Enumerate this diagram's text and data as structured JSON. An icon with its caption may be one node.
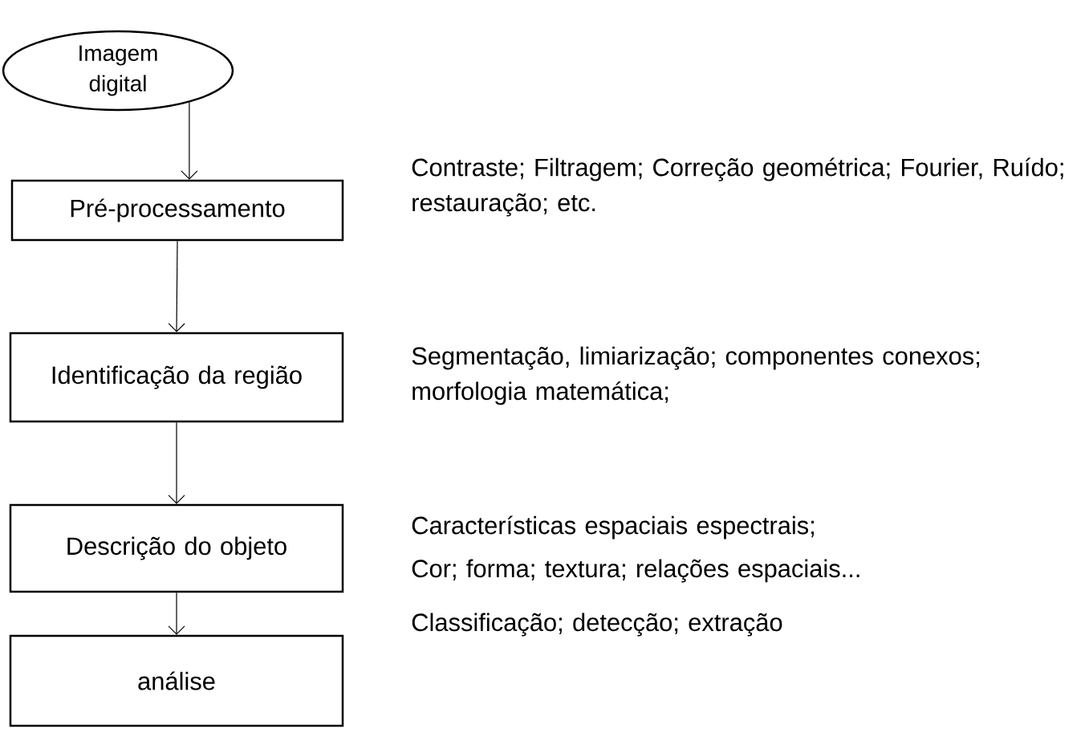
{
  "diagram": {
    "nodes": [
      {
        "text": [
          "Imagem digital"
        ]
      },
      {
        "text": [
          "Pré-processamento"
        ]
      },
      {
        "text": [
          "Identificação da região"
        ]
      },
      {
        "text": [
          "Descrição do objeto"
        ]
      },
      {
        "text": [
          "análise"
        ]
      }
    ],
    "edges": [
      {
        "from": 0,
        "to": 1,
        "arrow": "to"
      },
      {
        "from": 1,
        "to": 2,
        "arrow": "to"
      },
      {
        "from": 2,
        "to": 3,
        "arrow": "to"
      },
      {
        "from": 3,
        "to": 4,
        "arrow": "to"
      }
    ],
    "labels": [
      "Contraste; Filtragem; Correção geométrica; Fourier, Ruído; restauração;  etc.",
      "Segmentação, limiarização; componentes conexos; morfologia matemática;",
      "Características espaciais espectrais;",
      "Cor; forma; textura; relações espaciais...",
      "Classificação; detecção; extração"
    ]
  }
}
